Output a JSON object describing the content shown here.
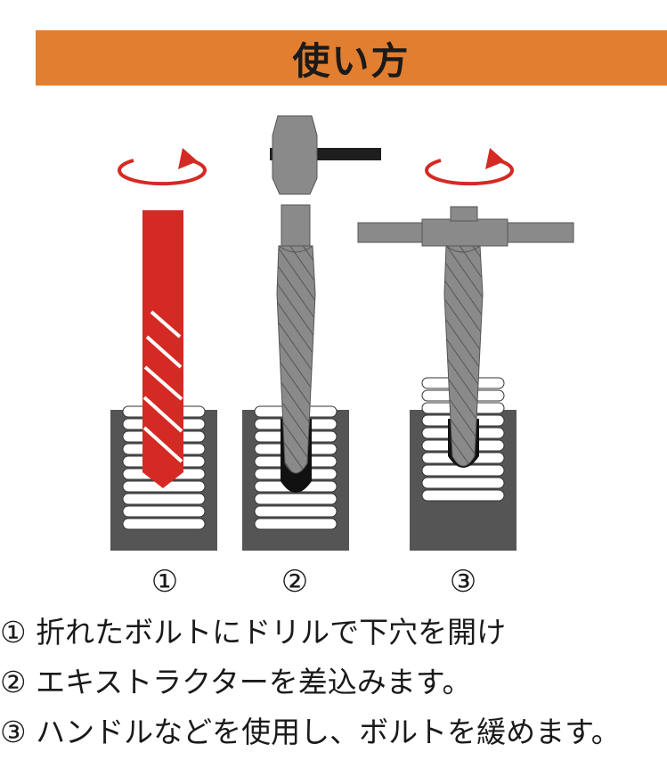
{
  "header": {
    "title": "使い方"
  },
  "steps": [
    {
      "label": "①"
    },
    {
      "label": "②"
    },
    {
      "label": "③"
    }
  ],
  "instructions": [
    "① 折れたボルトにドリルで下穴を開け",
    "② エキストラクターを差込みます。",
    "③ ハンドルなどを使用し、ボルトを緩めます。"
  ],
  "colors": {
    "header": "#e27e2f",
    "drill": "#d42a23",
    "arrow": "#d42a23",
    "block": "#555555",
    "tool": "#8a8a8a",
    "handle": "#1e1e1e"
  },
  "icons": [
    "rotate-arrow-icon",
    "drill-bit-icon",
    "extractor-icon",
    "t-handle-icon",
    "hammer-icon"
  ]
}
